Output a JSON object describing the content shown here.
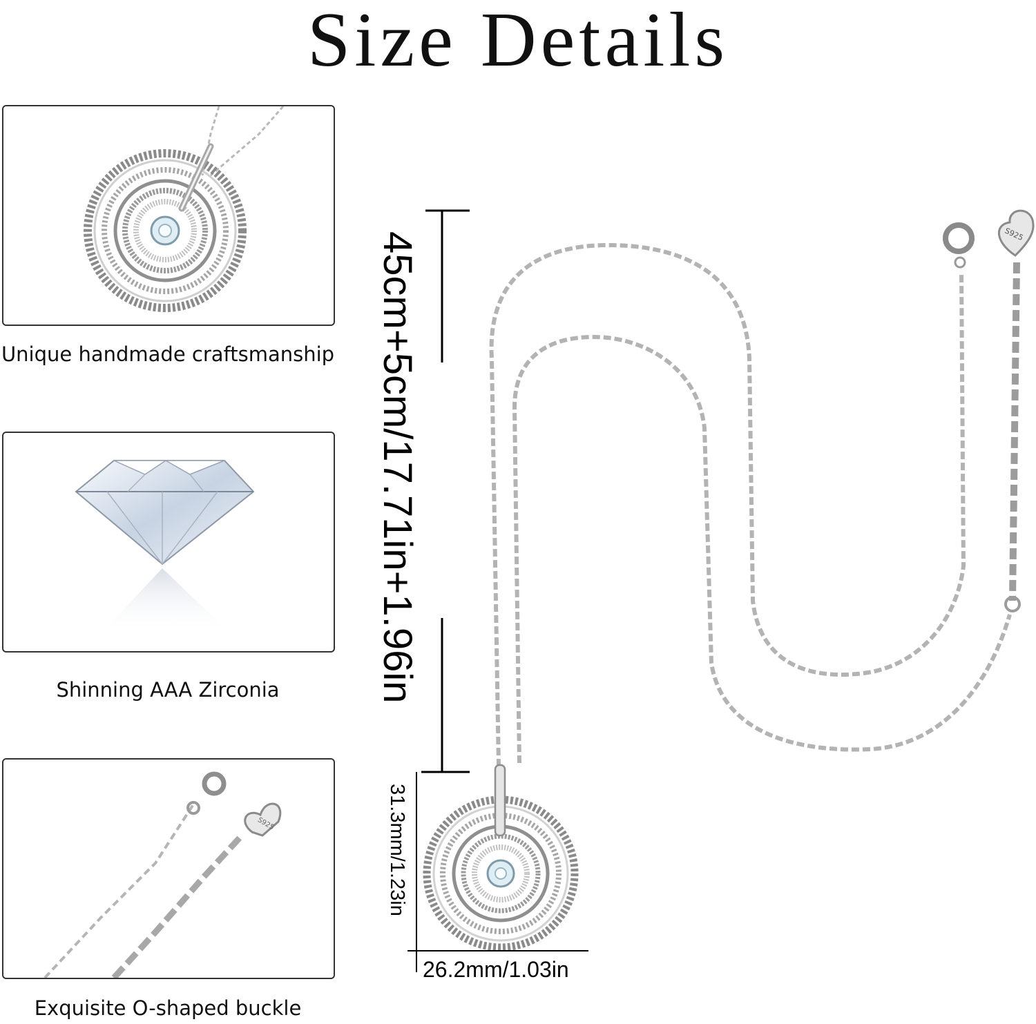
{
  "title": "Size Details",
  "features": [
    {
      "caption": "Unique handmade craftsmanship",
      "icon": "pendant-closeup-image"
    },
    {
      "caption": "Shinning AAA Zirconia",
      "icon": "zirconia-gem-image"
    },
    {
      "caption": "Exquisite O-shaped buckle",
      "icon": "clasp-closeup-image"
    }
  ],
  "dimensions": {
    "chain_length": "45cm+5cm/17.71in+1.96in",
    "pendant_height": "31.3mm/1.23in",
    "pendant_width": "26.2mm/1.03in"
  },
  "tag_text": "S925"
}
